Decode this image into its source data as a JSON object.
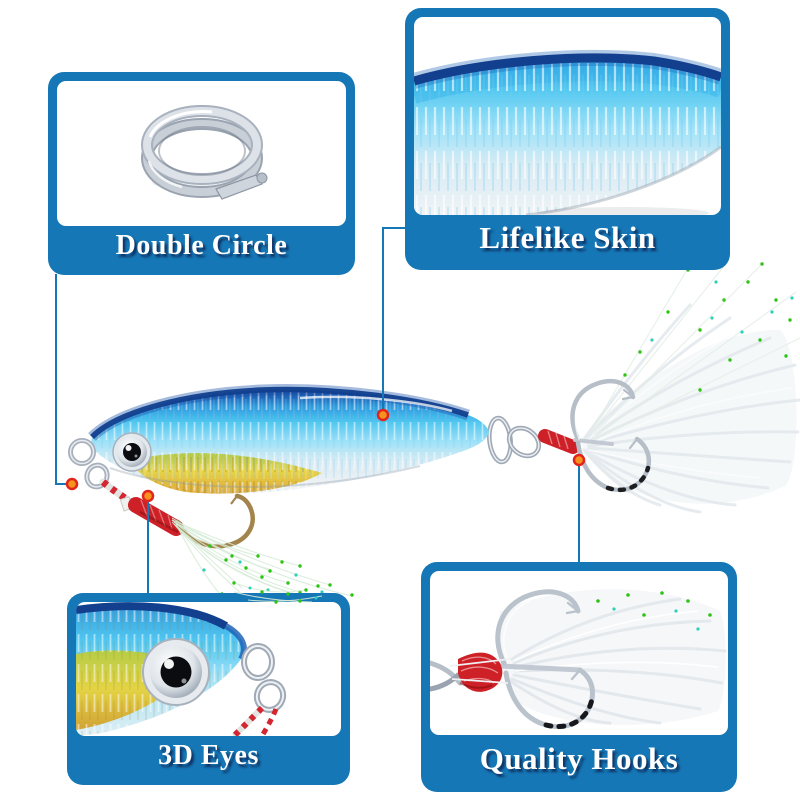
{
  "callouts": [
    {
      "id": "double-circle",
      "label": "Double Circle",
      "image": "double-split-ring-closeup"
    },
    {
      "id": "lifelike-skin",
      "label": "Lifelike Skin",
      "image": "holographic-skin-closeup"
    },
    {
      "id": "3d-eyes",
      "label": "3D Eyes",
      "image": "lure-head-eye-closeup"
    },
    {
      "id": "quality-hooks",
      "label": "Quality Hooks",
      "image": "feathered-treble-hook-closeup"
    }
  ],
  "colors": {
    "panel_blue": "#1577b5",
    "label_text": "#ffffff",
    "connector_line": "#1577b5",
    "marker_orange": "#f6921e",
    "marker_ring_red": "#e3241c",
    "lure_back_blue": "#123f8e",
    "lure_cyan": "#52c8f0",
    "lure_gold": "#e6d23b",
    "thread_red": "#ce2127",
    "tinsel_green": "#2ec414",
    "feather_white": "#f3f6f8",
    "hardware_silver": "#aeb6c0"
  }
}
